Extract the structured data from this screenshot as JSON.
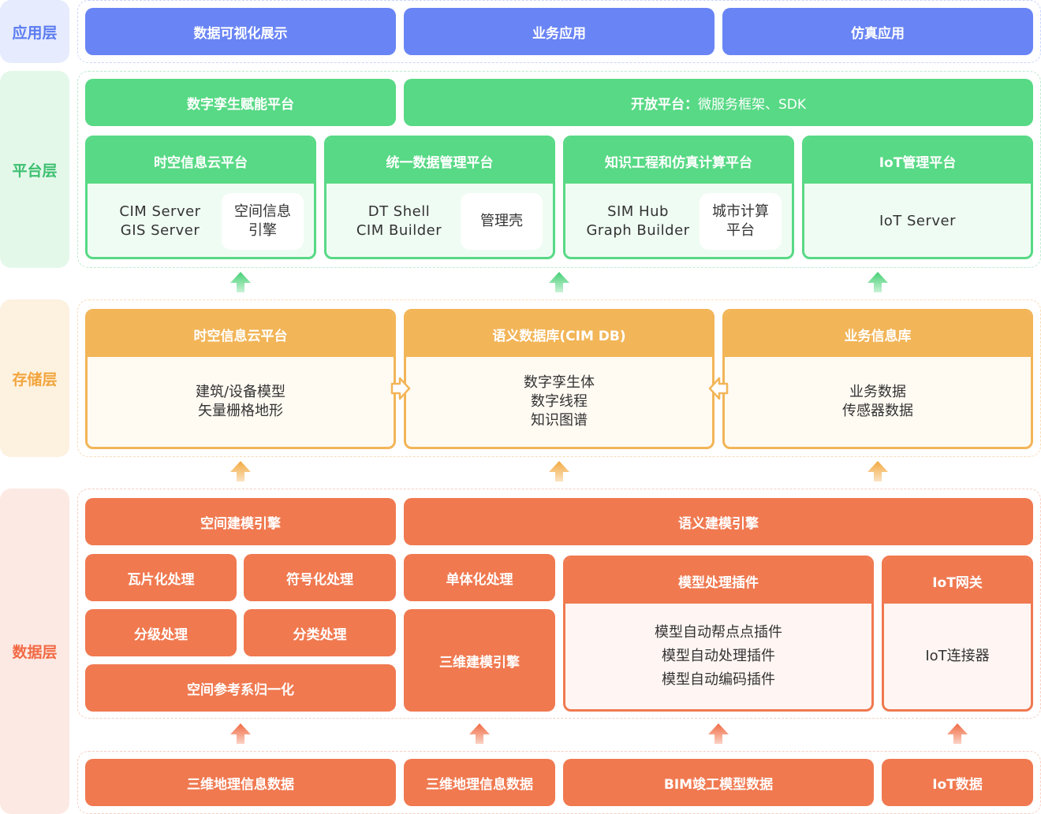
{
  "layers": {
    "app": "应用层",
    "platform": "平台层",
    "storage": "存储层",
    "data": "数据层"
  },
  "app": {
    "items": [
      "数据可视化展示",
      "业务应用",
      "仿真应用"
    ]
  },
  "platform": {
    "top_left": "数字孪生赋能平台",
    "top_right_bold": "开放平台：",
    "top_right_rest": "微服务框架、SDK",
    "cards": [
      {
        "title": "时空信息云平台",
        "text": "CIM Server\nGIS Server",
        "side": "空间信息\n引擎"
      },
      {
        "title": "统一数据管理平台",
        "text": "DT Shell\nCIM Builder",
        "side": "管理壳"
      },
      {
        "title": "知识工程和仿真计算平台",
        "text": "SIM Hub\nGraph Builder",
        "side": "城市计算\n平台"
      },
      {
        "title": "IoT管理平台",
        "text": "IoT Server"
      }
    ]
  },
  "storage": {
    "cards": [
      {
        "title": "时空信息云平台",
        "text": "建筑/设备模型\n矢量栅格地形"
      },
      {
        "title": "语义数据库(CIM DB)",
        "text": "数字孪生体\n数字线程\n知识图谱"
      },
      {
        "title": "业务信息库",
        "text": "业务数据\n传感器数据"
      }
    ]
  },
  "data": {
    "spatial_engine": "空间建模引擎",
    "semantic_engine": "语义建模引擎",
    "tile": "瓦片化处理",
    "symbol": "符号化处理",
    "grading": "分级处理",
    "classify": "分类处理",
    "normalize": "空间参考系归一化",
    "monomer": "单体化处理",
    "engine3d": "三维建模引擎",
    "plugin_card": {
      "title": "模型处理插件",
      "text": "模型自动帮点点插件\n模型自动处理插件\n模型自动编码插件"
    },
    "iot_card": {
      "title": "IoT网关",
      "text": "IoT连接器"
    }
  },
  "sources": [
    "三维地理信息数据",
    "三维地理信息数据",
    "BIM竣工模型数据",
    "IoT数据"
  ],
  "colors": {
    "app": "#6984f4",
    "platform": "#58d985",
    "storage": "#f2b558",
    "data": "#f07950"
  }
}
